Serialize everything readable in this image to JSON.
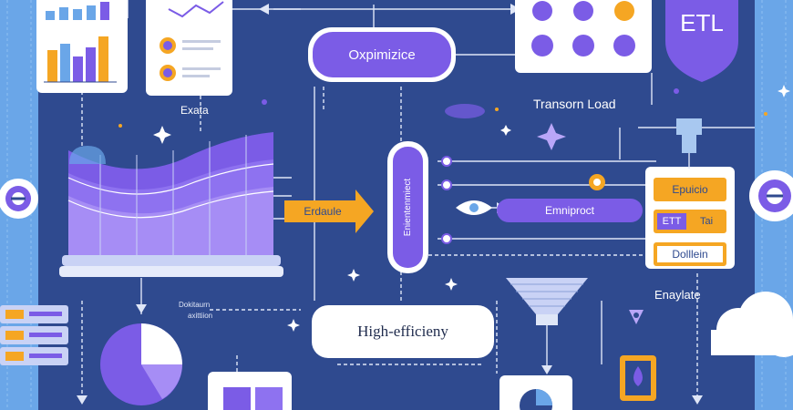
{
  "labels": {
    "optimize": "Oxpimizice",
    "etl_shield": "ETL",
    "transform_load": "Transorn Load",
    "extract_small": "Exata",
    "arrow_label": "Erdaule",
    "vertical_pill": "Enientenmiect",
    "enrich_bar": "Emniproct",
    "right_box_1": "Epuicio",
    "right_box_2a": "ETT",
    "right_box_2b": "Tai",
    "right_box_3": "Dolllein",
    "enable": "Enaylate",
    "high_efficiency": "High-efficieny",
    "small_caption_1": "Dokitaurn",
    "small_caption_2": "axittiion"
  },
  "colors": {
    "background": "#2f4a8f",
    "panel_light": "#6aa6e8",
    "purple": "#7b5ce6",
    "orange": "#f5a623",
    "white": "#ffffff"
  }
}
